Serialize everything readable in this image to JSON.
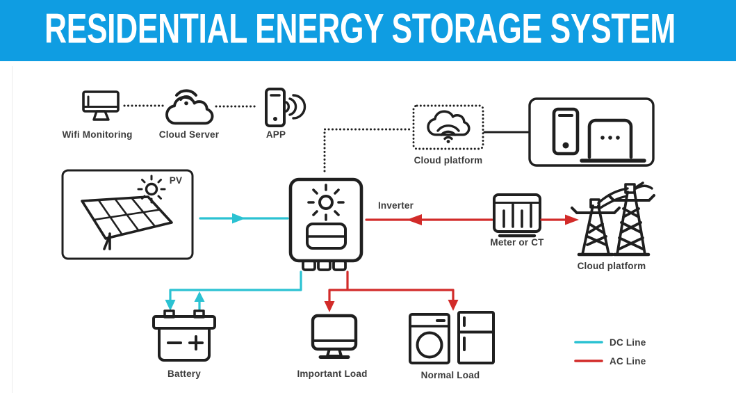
{
  "header": {
    "title": "RESIDENTIAL ENERGY STORAGE SYSTEM",
    "background_color": "#0f9de2",
    "text_color": "#ffffff"
  },
  "colors": {
    "dc_line": "#2bc2d2",
    "ac_line": "#d22b29",
    "icon_outline": "#1f1f1f",
    "label_text": "#3b3b3b"
  },
  "nodes": {
    "wifi_monitoring": "Wifi Monitoring",
    "cloud_server": "Cloud Server",
    "app": "APP",
    "cloud_platform_top": "Cloud platform",
    "pv": "PV",
    "inverter": "Inverter",
    "meter_or_ct": "Meter or CT",
    "grid": "Cloud platform",
    "battery": "Battery",
    "important_load": "Important Load",
    "normal_load": "Normal Load"
  },
  "legend": {
    "dc": "DC Line",
    "ac": "AC Line"
  }
}
